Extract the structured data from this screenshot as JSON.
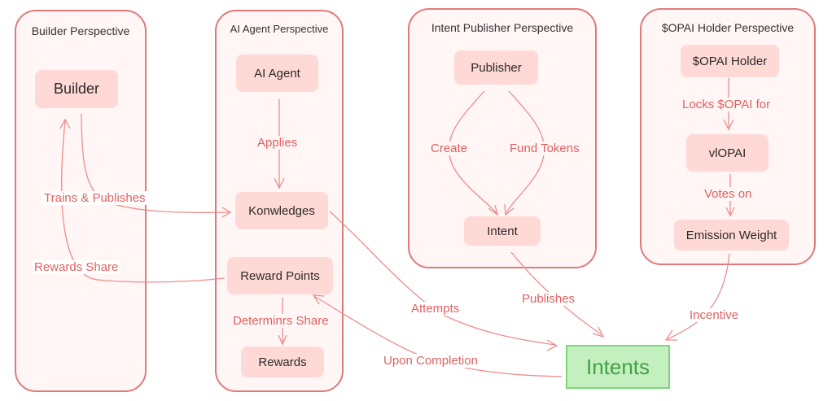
{
  "panels": {
    "builder": "Builder Perspective",
    "agent": "AI Agent Perspective",
    "publisher": "Intent Publisher Perspective",
    "holder": "$OPAI Holder Perspective"
  },
  "nodes": {
    "builder": "Builder",
    "ai_agent": "AI Agent",
    "knowledges": "Konwledges",
    "reward_points": "Reward Points",
    "rewards": "Rewards",
    "publisher": "Publisher",
    "intent": "Intent",
    "opai_holder": "$OPAI Holder",
    "vlopai": "vlOPAI",
    "emission_weight": "Emission Weight",
    "intents": "Intents"
  },
  "edges": {
    "trains_publishes": "Trains & Publishes",
    "rewards_share": "Rewards Share",
    "applies": "Applies",
    "determines_share": "Determinrs Share",
    "create": "Create",
    "fund_tokens": "Fund Tokens",
    "locks_opai": "Locks $OPAI for",
    "votes_on": "Votes on",
    "attempts": "Attempts",
    "publishes": "Publishes",
    "incentive": "Incentive",
    "upon_completion": "Upon Completion"
  },
  "colors": {
    "panel_border": "#e07a7a",
    "panel_fill": "#fff6f5",
    "node_fill": "#ffd9d6",
    "edge": "#ee8d8d",
    "edge_label": "#e06161",
    "intents_fill": "#c4f0c0",
    "intents_border": "#7ed77a",
    "intents_text": "#43a047"
  }
}
